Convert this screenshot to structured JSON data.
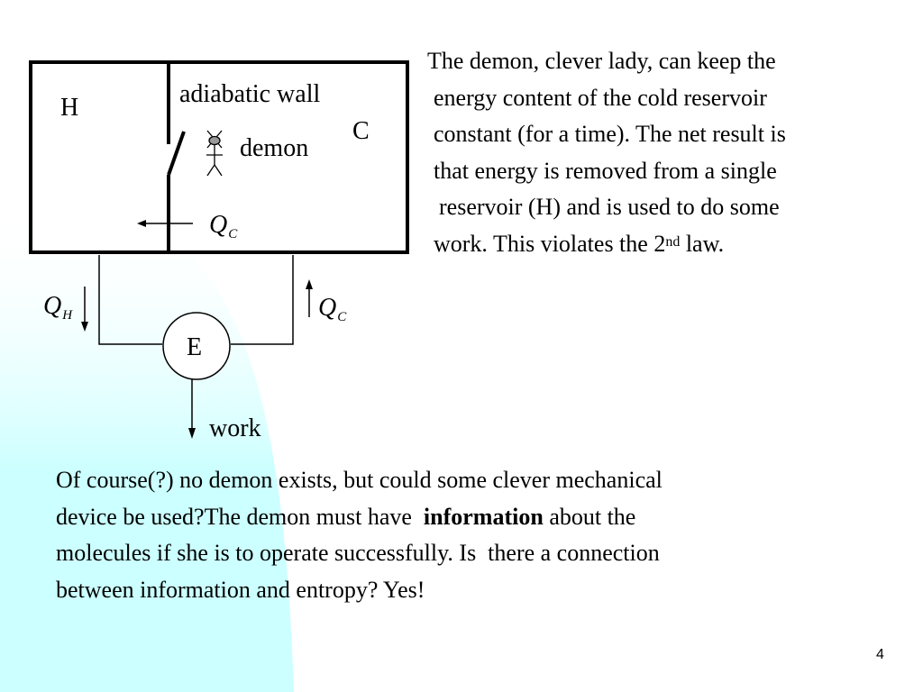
{
  "slide": {
    "background_gradient_color": "#ccffff",
    "diagram": {
      "label_H": "H",
      "label_C": "C",
      "label_adiabatic_wall": "adiabatic wall",
      "label_demon": "demon",
      "label_E": "E",
      "label_work": "work",
      "q_c_inside": {
        "symbol": "Q",
        "subscript": "C"
      },
      "q_h": {
        "symbol": "Q",
        "subscript": "H"
      },
      "q_c_outside": {
        "symbol": "Q",
        "subscript": "C"
      }
    },
    "right_text": {
      "line1": "The demon, clever lady, can keep the",
      "line2": "energy content of the cold reservoir",
      "line3": "constant (for a time). The net result is",
      "line4": "that energy is removed from a single",
      "line5": "reservoir (H) and is used to do some",
      "line6_prefix": "work.  This violates the 2",
      "line6_sup": "nd",
      "line6_suffix": " law."
    },
    "bottom_text": {
      "line1": "Of course(?) no demon exists, but could some clever mechanical",
      "line2_prefix": "device be used?The demon must have  ",
      "line2_bold": "information",
      "line2_suffix": " about the",
      "line3": "molecules if she is to operate successfully. Is  there a connection",
      "line4": "between information and entropy? Yes!"
    },
    "page_number": "4"
  }
}
